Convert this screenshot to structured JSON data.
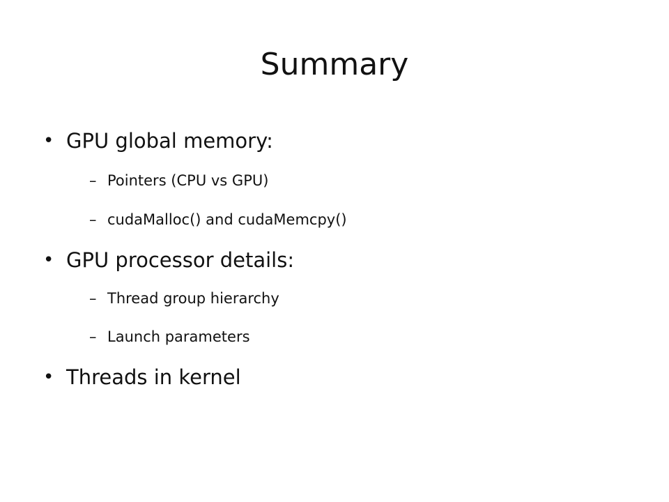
{
  "slide": {
    "title": "Summary",
    "bullet_marker": "•",
    "sub_marker": "–",
    "items": [
      {
        "text": "GPU global memory:",
        "subitems": [
          "Pointers (CPU vs GPU)",
          "cudaMalloc() and cudaMemcpy()"
        ]
      },
      {
        "text": "GPU processor details:",
        "subitems": [
          "Thread group hierarchy",
          "Launch parameters"
        ]
      },
      {
        "text": "Threads in kernel",
        "subitems": []
      }
    ]
  }
}
